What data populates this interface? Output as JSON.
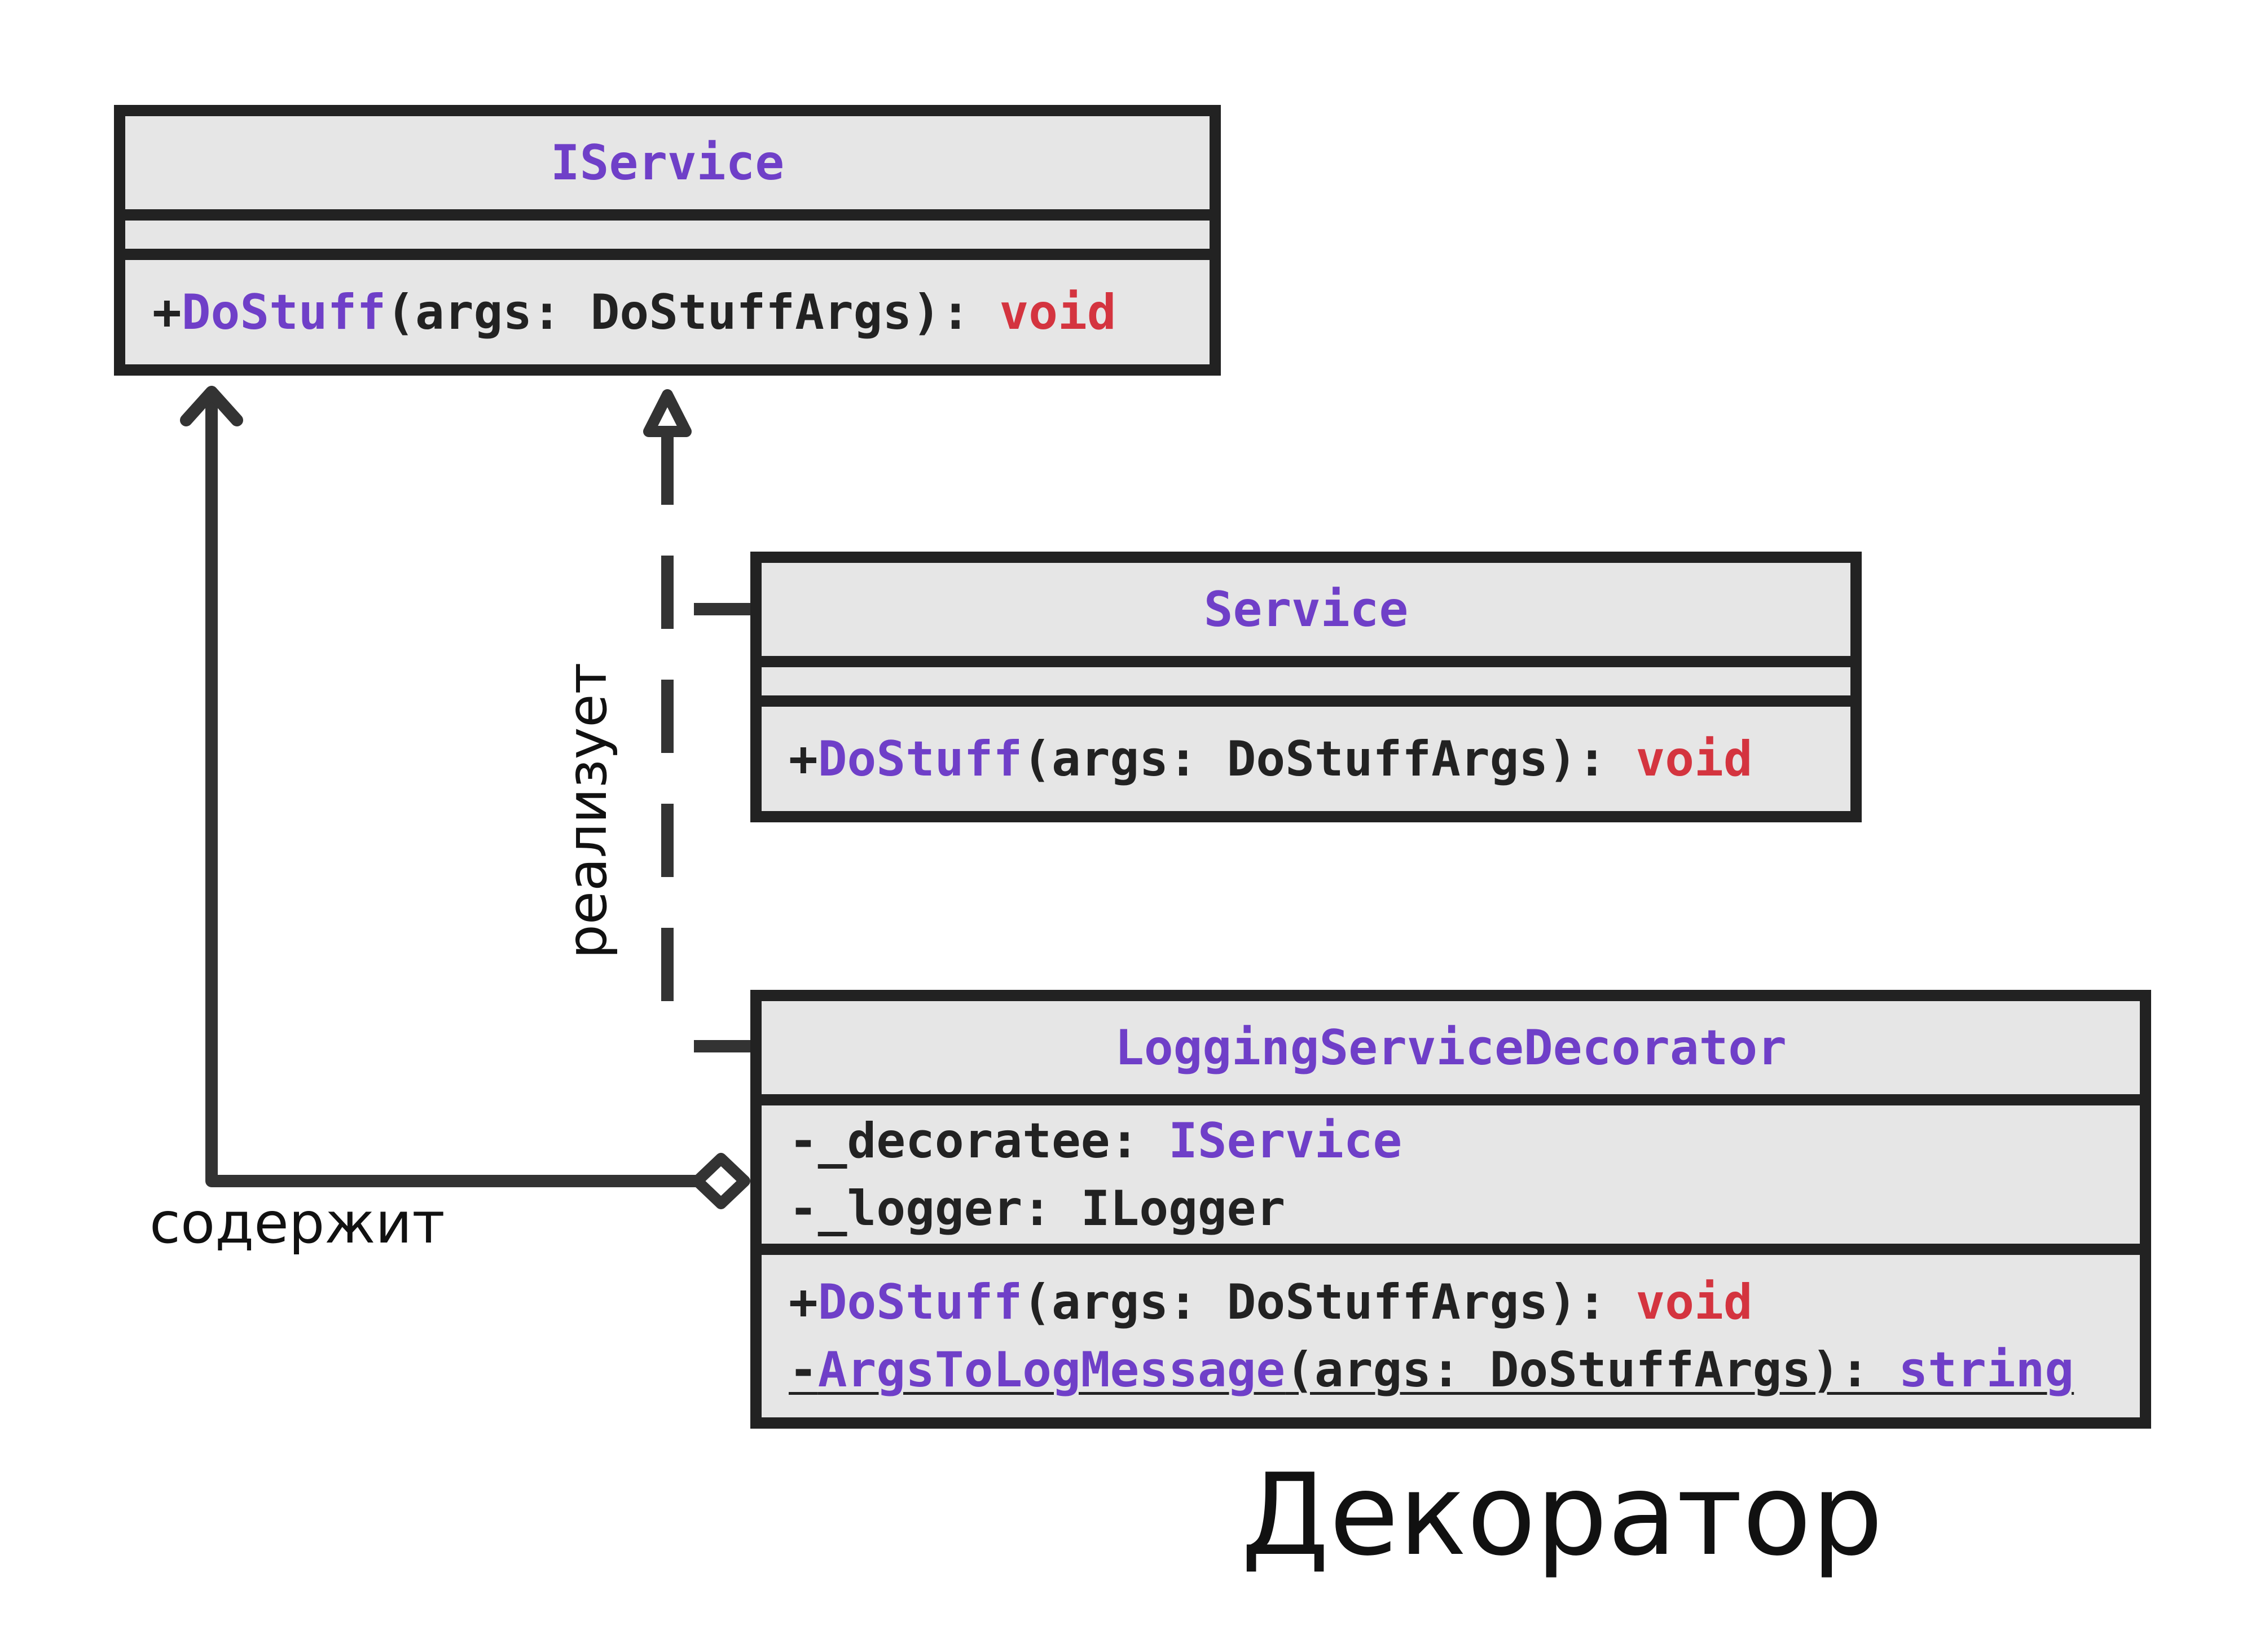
{
  "diagram": {
    "title": "Декоратор",
    "classes": {
      "iservice": {
        "name": "IService",
        "attributes": [],
        "operations": [
          {
            "vis": "+",
            "name": "DoStuff",
            "params": "(args: DoStuffArgs): ",
            "ret": "void"
          }
        ]
      },
      "service": {
        "name": "Service",
        "attributes": [],
        "operations": [
          {
            "vis": "+",
            "name": "DoStuff",
            "params": "(args: DoStuffArgs): ",
            "ret": "void"
          }
        ]
      },
      "decorator": {
        "name": "LoggingServiceDecorator",
        "attributes": [
          {
            "vis": "-",
            "name": "_decoratee: ",
            "type": "IService"
          },
          {
            "vis": "-",
            "name": "_logger: ",
            "type": "ILogger"
          }
        ],
        "operations": [
          {
            "vis": "+",
            "name": "DoStuff",
            "params": "(args: DoStuffArgs): ",
            "ret": "void"
          },
          {
            "vis": "-",
            "name": "ArgsToLogMessage",
            "params": "(args: DoStuffArgs): ",
            "ret": "string"
          }
        ]
      }
    },
    "relations": {
      "realizes_label": "реализует",
      "contains_label": "содержит"
    },
    "colors": {
      "line": "#333333",
      "box_fill": "#e6e6e6",
      "class_name": "#6f3fc8",
      "return_type": "#d4343f"
    }
  }
}
